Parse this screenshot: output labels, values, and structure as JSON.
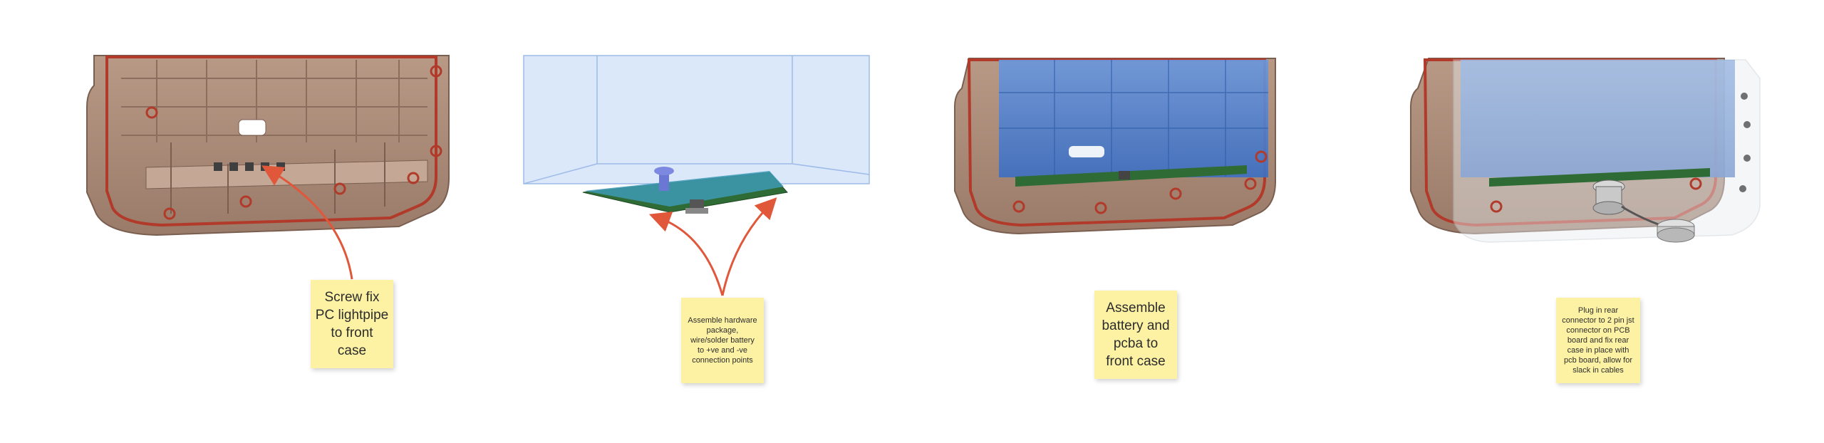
{
  "steps": [
    {
      "note": "Screw fix PC lightpipe to front case",
      "render": "front-case-interior"
    },
    {
      "note": "Assemble hardware package, wire/solder battery to +ve and -ve connection points",
      "render": "hardware-package-pcb"
    },
    {
      "note": "Assemble battery and pcba to front case",
      "render": "battery-pcba-in-front-case"
    },
    {
      "note": "Plug in rear connector to 2 pin jst connector on PCB board and fix rear case in place with pcb board, allow for slack in cables",
      "render": "rear-case-assembly"
    }
  ],
  "colors": {
    "case": "#a88a78",
    "gasket": "#b23a2a",
    "battery": "#4c7fd0",
    "pcb": "#2f6b35",
    "arrow": "#e0573a",
    "note": "#fdf2a4"
  }
}
